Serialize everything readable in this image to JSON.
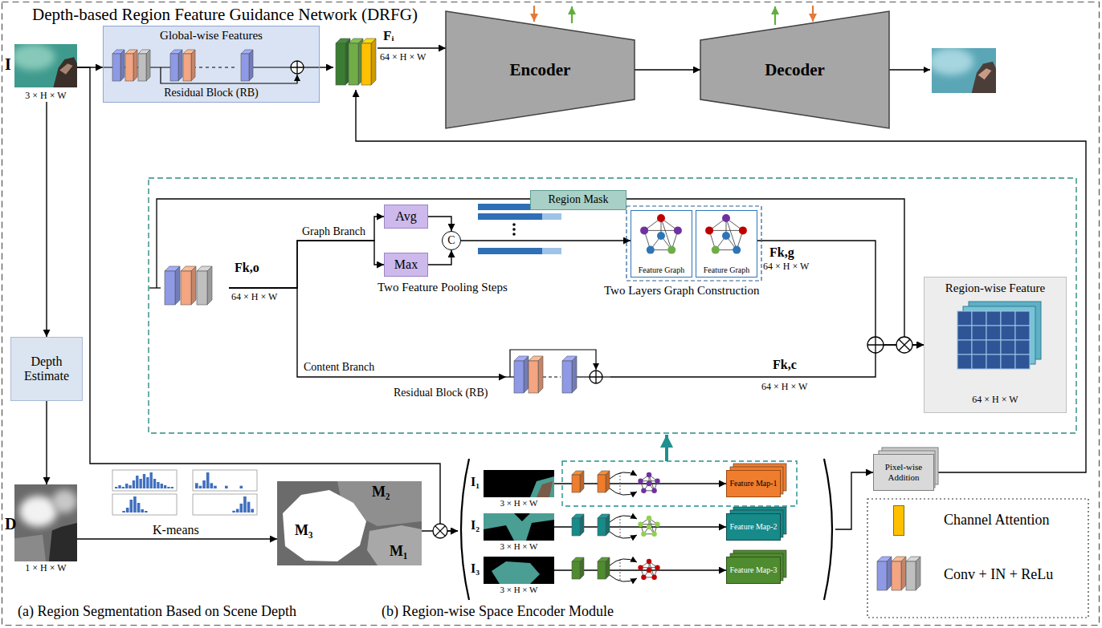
{
  "diagram": {
    "title": "Depth-based Region Feature Guidance Network (DRFG)",
    "nodes": [
      {
        "text": [
          "I",
          "3 × H × W"
        ]
      },
      {
        "text": [
          "Global-wise Features",
          "Residual Block (RB)"
        ]
      },
      {
        "text": [
          "Fᵢ",
          "64 × H × W"
        ]
      },
      {
        "text": [
          "Encoder"
        ]
      },
      {
        "text": [
          "Decoder"
        ]
      },
      {
        "text": [
          "Depth Estimate"
        ]
      },
      {
        "text": [
          "D",
          "1 × H × W"
        ]
      },
      {
        "text": [
          "M₂",
          "M₃",
          "M₁"
        ]
      },
      {
        "text": [
          "Region Mask"
        ]
      },
      {
        "text": [
          "Fk,o",
          "64 × H × W"
        ]
      },
      {
        "text": [
          "Avg"
        ]
      },
      {
        "text": [
          "Max"
        ]
      },
      {
        "text": [
          "C"
        ]
      },
      {
        "text": [
          "Feature Graph"
        ]
      },
      {
        "text": [
          "Feature Graph"
        ]
      },
      {
        "text": [
          "Residual Block (RB)"
        ]
      },
      {
        "text": [
          "Region-wise Feature",
          "64 × H × W"
        ]
      },
      {
        "text": [
          "(b) Region-wise Space Encoder Module"
        ]
      },
      {
        "text": [
          "I₁",
          "3 × H × W"
        ],
        "in": 17
      },
      {
        "text": [
          "Feature Map-1"
        ],
        "in": 17
      },
      {
        "text": [
          "I₂",
          "3 × H × W"
        ],
        "in": 17
      },
      {
        "text": [
          "Feature Map-2"
        ],
        "in": 17
      },
      {
        "text": [
          "I₃",
          "3 × H × W"
        ],
        "in": 17
      },
      {
        "text": [
          "Feature Map-3"
        ],
        "in": 17
      },
      {
        "text": [
          "Pixel-wise Addition"
        ]
      }
    ],
    "edges": [
      {
        "from": 0,
        "to": 1,
        "arrow": "to"
      },
      {
        "from": 1,
        "to": 2,
        "arrow": "to"
      },
      {
        "from": 2,
        "to": 3,
        "arrow": "to"
      },
      {
        "from": 3,
        "to": 4,
        "arrow": "to"
      },
      {
        "from": 0,
        "to": 5,
        "arrow": "to"
      },
      {
        "from": 5,
        "to": 6,
        "arrow": "to"
      },
      {
        "from": 6,
        "to": 7,
        "label": "K-means",
        "arrow": "to"
      },
      {
        "from": 0,
        "to": 17,
        "arrow": "to"
      },
      {
        "from": 7,
        "to": 17,
        "arrow": "to"
      },
      {
        "from": 9,
        "to": 10,
        "label": "Graph Branch",
        "arrow": "to"
      },
      {
        "from": 9,
        "to": 11,
        "arrow": "to"
      },
      {
        "from": 9,
        "to": 15,
        "label": "Content Branch",
        "arrow": "to"
      },
      {
        "from": 10,
        "to": 12,
        "arrow": "to"
      },
      {
        "from": 11,
        "to": 12,
        "arrow": "to"
      },
      {
        "from": 12,
        "to": 13,
        "arrow": "to"
      },
      {
        "from": 14,
        "to": 16,
        "arrow": "to"
      },
      {
        "from": 15,
        "to": 16,
        "arrow": "to"
      },
      {
        "from": 8,
        "to": 16,
        "arrow": "to"
      },
      {
        "from": 18,
        "to": 19,
        "arrow": "to"
      },
      {
        "from": 20,
        "to": 21,
        "arrow": "to"
      },
      {
        "from": 22,
        "to": 23,
        "arrow": "to"
      },
      {
        "from": 17,
        "to": 24,
        "arrow": "to"
      },
      {
        "from": 24,
        "to": 2,
        "arrow": "to"
      }
    ],
    "labels": [
      "Two Feature Pooling Steps",
      "Two Layers Graph Construction",
      "Fk,g",
      "64 × H × W",
      "Fk,c",
      "64 × H × W",
      "(a) Region Segmentation Based on Scene Depth"
    ],
    "legend": [
      {
        "text": "Channel Attention",
        "color": "#ffc000"
      },
      {
        "text": "Conv + IN + ReLu"
      }
    ]
  }
}
